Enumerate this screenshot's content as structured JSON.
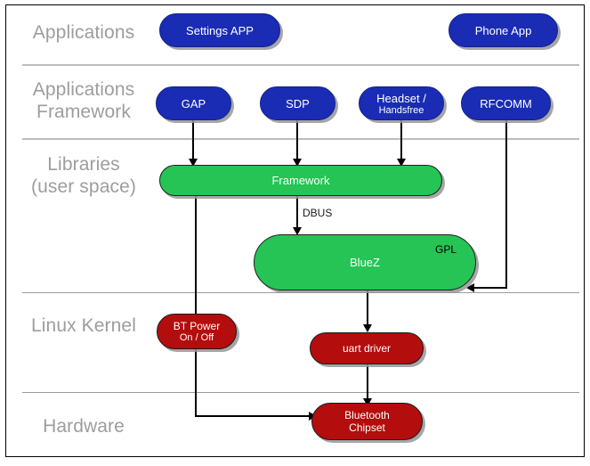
{
  "diagram": {
    "title": "Bluetooth / BlueZ Android stack layer diagram",
    "colors": {
      "blue": "#1a2cb4",
      "green": "#25c455",
      "red": "#b40d0d",
      "layer_label": "#9d9d9d",
      "separator": "#bcbcbc",
      "frame": "#000000",
      "connector": "#000000"
    }
  },
  "layers": [
    {
      "name": "applications",
      "label": "Applications"
    },
    {
      "name": "applications-framework",
      "label": "Applications\nFramework"
    },
    {
      "name": "libraries",
      "label": "Libraries\n(user space)"
    },
    {
      "name": "linux-kernel",
      "label": "Linux Kernel"
    },
    {
      "name": "hardware",
      "label": "Hardware"
    }
  ],
  "nodes": {
    "settings_app": {
      "label": "Settings APP",
      "sub": "",
      "color": "blue"
    },
    "phone_app": {
      "label": "Phone App",
      "sub": "",
      "color": "blue"
    },
    "gap": {
      "label": "GAP",
      "sub": "",
      "color": "blue"
    },
    "sdp": {
      "label": "SDP",
      "sub": "",
      "color": "blue"
    },
    "headset": {
      "label": "Headset /",
      "sub": "Handsfree",
      "color": "blue"
    },
    "rfcomm": {
      "label": "RFCOMM",
      "sub": "",
      "color": "blue"
    },
    "framework": {
      "label": "Framework",
      "sub": "",
      "color": "green"
    },
    "bluez": {
      "label": "BlueZ",
      "sub": "",
      "color": "green",
      "badge": "GPL"
    },
    "bt_power": {
      "label": "BT Power",
      "sub": "On / Off",
      "color": "red"
    },
    "uart_driver": {
      "label": "uart driver",
      "sub": "",
      "color": "red"
    },
    "bluetooth_chipset": {
      "label": "Bluetooth",
      "sub": "Chipset",
      "color": "red"
    }
  },
  "edges": {
    "dbus": {
      "label": "DBUS",
      "from": "framework",
      "to": "bluez"
    }
  }
}
